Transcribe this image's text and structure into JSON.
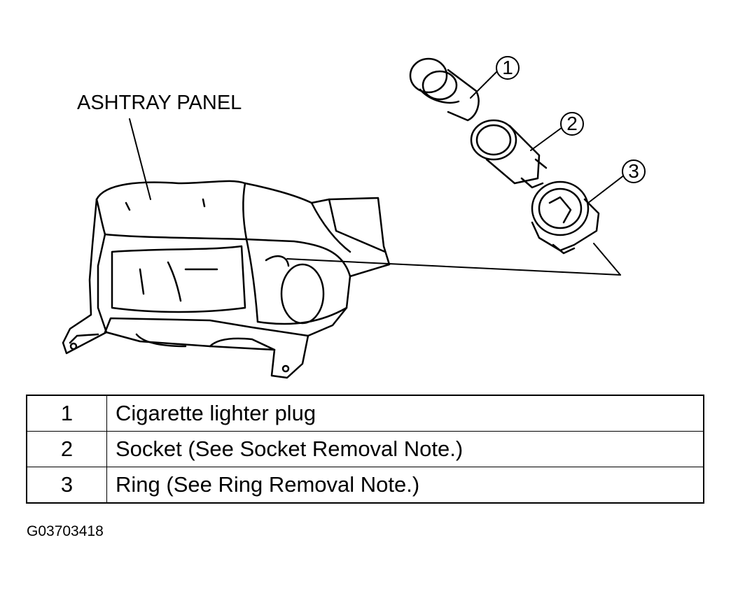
{
  "diagram": {
    "panel_label": "ASHTRAY PANEL",
    "callouts": [
      "1",
      "2",
      "3"
    ]
  },
  "legend": {
    "rows": [
      {
        "num": "1",
        "desc": "Cigarette lighter plug"
      },
      {
        "num": "2",
        "desc": "Socket (See Socket Removal Note.)"
      },
      {
        "num": "3",
        "desc": "Ring (See Ring Removal Note.)"
      }
    ]
  },
  "figure_id": "G03703418"
}
